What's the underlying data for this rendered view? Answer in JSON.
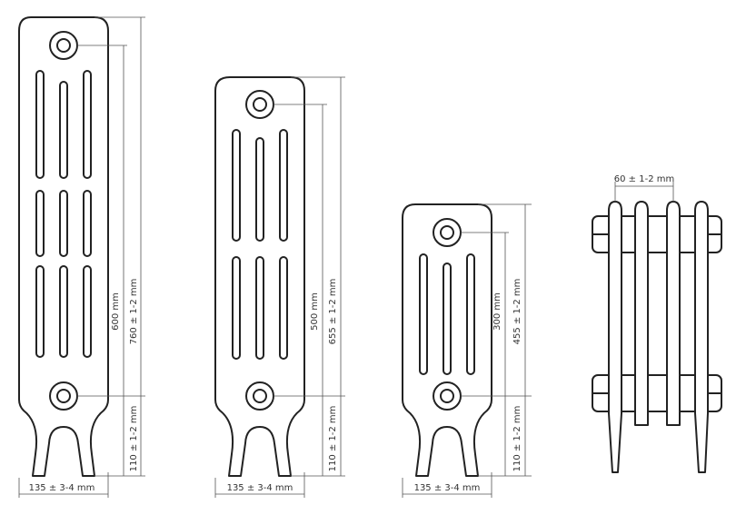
{
  "radiators": [
    {
      "width_label": "135 ± 3-4 mm",
      "axis_distance_label": "600 mm",
      "total_height_label": "760 ± 1-2 mm",
      "foot_height_label": "110 ± 1-2 mm"
    },
    {
      "width_label": "135 ± 3-4 mm",
      "axis_distance_label": "500 mm",
      "total_height_label": "655 ± 1-2 mm",
      "foot_height_label": "110 ± 1-2 mm"
    },
    {
      "width_label": "135 ± 3-4 mm",
      "axis_distance_label": "300 mm",
      "total_height_label": "455 ± 1-2 mm",
      "foot_height_label": "110 ± 1-2 mm"
    }
  ],
  "section_pitch_label": "60 ± 1-2 mm"
}
